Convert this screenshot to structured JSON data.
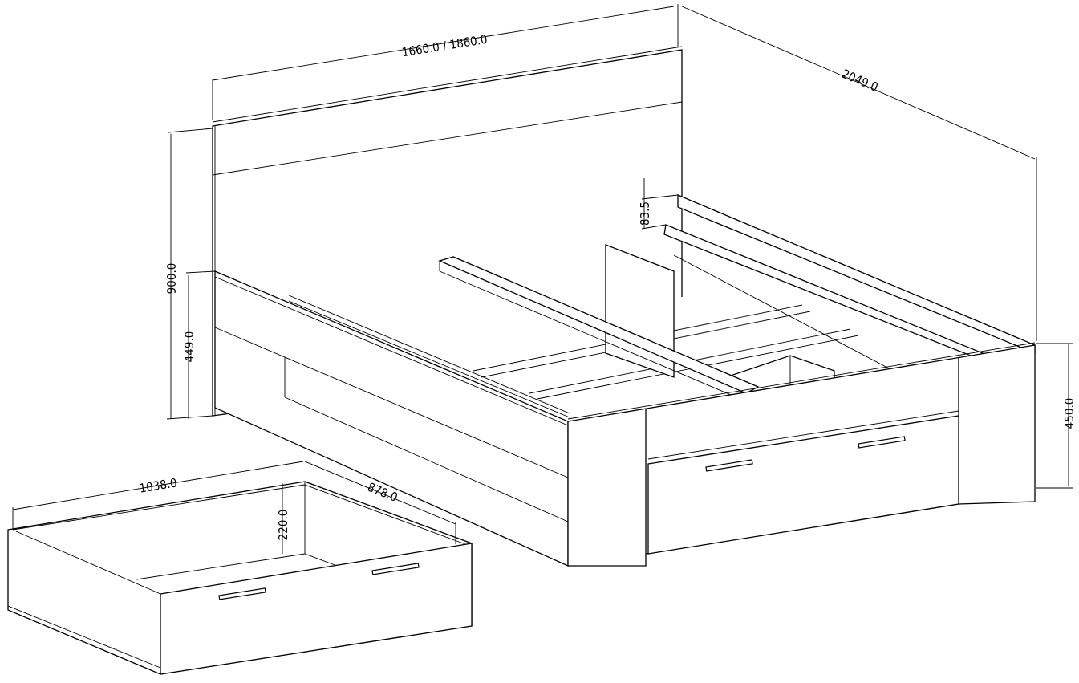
{
  "title": "Bed with storage drawers - dimension drawing",
  "dimensions": {
    "width": "1660.0 / 1860.0",
    "length": "2049.0",
    "headboard_height": "900.0",
    "side_height": "449.0",
    "footboard_height": "450.0",
    "rail_offset": "83.5",
    "drawer_width": "1038.0",
    "drawer_depth": "878.0",
    "drawer_height": "220.0"
  },
  "colors": {
    "line": "#000000",
    "background": "#ffffff"
  }
}
